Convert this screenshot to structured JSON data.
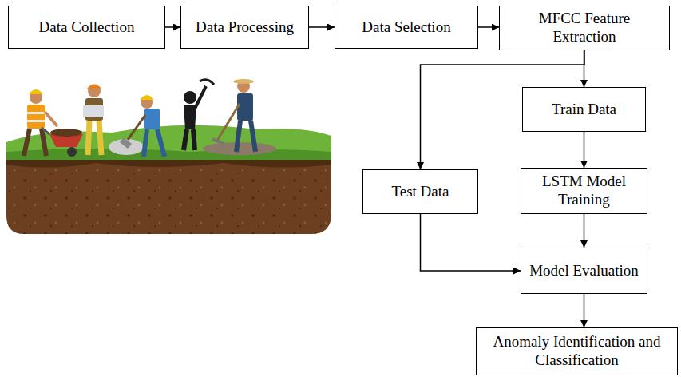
{
  "diagram": {
    "nodes": [
      {
        "text": [
          "Data Collection"
        ]
      },
      {
        "text": [
          "Data Processing"
        ]
      },
      {
        "text": [
          "Data Selection"
        ]
      },
      {
        "text": [
          "MFCC Feature Extraction"
        ]
      },
      {
        "text": [
          "Train Data"
        ]
      },
      {
        "text": [
          "Test Data"
        ]
      },
      {
        "text": [
          "LSTM Model Training"
        ]
      },
      {
        "text": [
          "Model Evaluation"
        ]
      },
      {
        "text": [
          "Anomaly Identification and Classification"
        ]
      }
    ],
    "edges": [
      {
        "from": 0,
        "to": 1,
        "arrow": "to"
      },
      {
        "from": 1,
        "to": 2,
        "arrow": "to"
      },
      {
        "from": 2,
        "to": 3,
        "arrow": "to"
      },
      {
        "from": 3,
        "to": 4,
        "arrow": "to"
      },
      {
        "from": 3,
        "to": 5,
        "arrow": "to"
      },
      {
        "from": 4,
        "to": 6,
        "arrow": "to"
      },
      {
        "from": 6,
        "to": 7,
        "arrow": "to"
      },
      {
        "from": 5,
        "to": 7,
        "arrow": "to"
      },
      {
        "from": 7,
        "to": 8,
        "arrow": "to"
      }
    ]
  }
}
